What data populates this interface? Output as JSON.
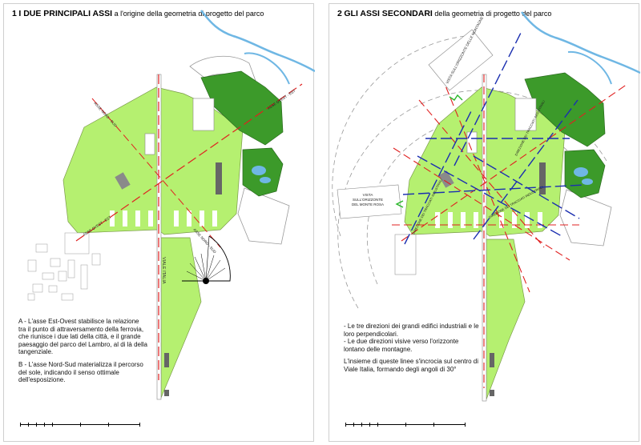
{
  "colors": {
    "park_light": "#b5f070",
    "park_dark": "#3c9a2a",
    "water": "#6fb7e4",
    "axis_red": "#e02020",
    "axis_blue": "#1b2fb0",
    "sun_mark": "#2ab82a"
  },
  "panel_left": {
    "number": "1",
    "title_bold": "I DUE PRINCIPALI ASSI",
    "title_rest": "a l'origine della geometria di progetto del parco",
    "labels": {
      "axis_ew_top": "ASSE OVEST - EST",
      "axis_ns_top": "ASSE NORD - SUD",
      "axis_ew_bottom": "ASSE OVEST - EST",
      "axis_ns_bottom": "ASSE NORD - SUD",
      "viale_italia": "VIALE ITALIA"
    },
    "text_a": "A - L'asse Est-Ovest stabilisce la relazione tra il punto di attraversamento della ferrovia, che riunisce i due lati della città, e il grande paesaggio del parco del Lambro, al di là della tangenziale.",
    "text_b": "B - L'asse Nord-Sud materializza il percorso del sole, indicando il senso ottimale dell'esposizione."
  },
  "panel_right": {
    "number": "2",
    "title_bold": "GLI ASSI SECONDARI",
    "title_rest": "della geometria di progetto del parco",
    "labels": {
      "vista_top": "VISTA SULL'ORIZZONTE DELLE MONTAGNE",
      "vista_left_1": "VISTA",
      "vista_left_2": "SULL'ORIZZONTE",
      "vista_left_3": "DEL MONTE ROSA",
      "dir_1": "DIREZIONE DEI TRACCIATI INDUSTRIALI",
      "dir_2": "DIREZIONE DEI TRACCIATI INDUSTRIALI",
      "dir_3": "DIREZIONE DEI TRACCIATI INDUSTRIALI"
    },
    "bullet_1": "- Le tre direzioni dei grandi edifici industriali e le loro perpendicolari.",
    "bullet_2": "- Le due direzioni visive verso l'orizzonte lontano delle montagne.",
    "text_2": "L'insieme di queste linee s'incrocia sul centro di Viale Italia, formando degli angoli di 30°"
  }
}
